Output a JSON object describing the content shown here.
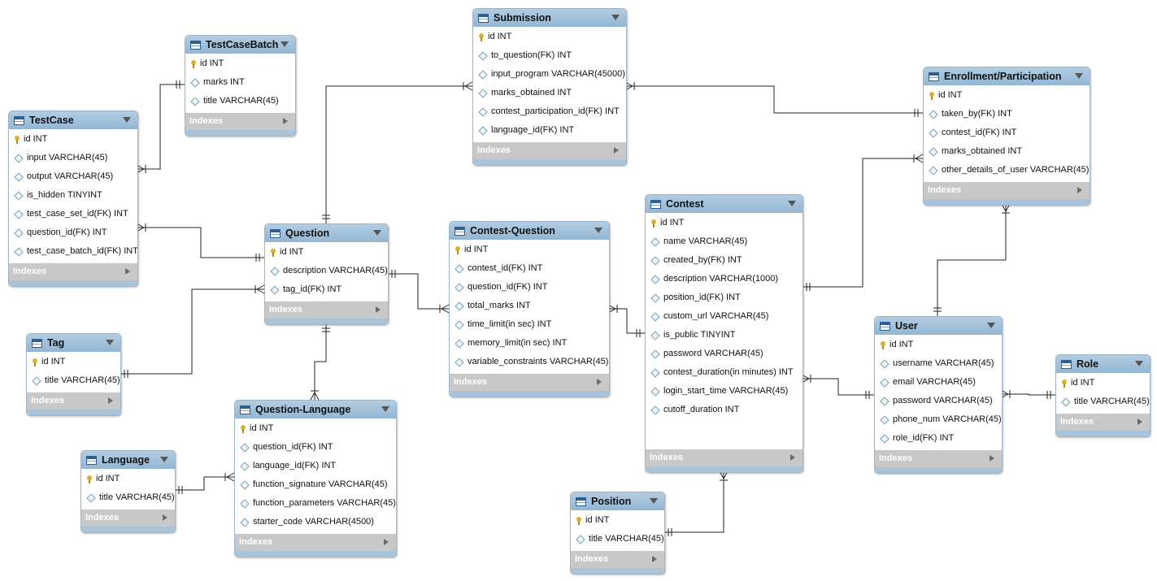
{
  "tables": [
    {
      "id": "testcasebatch",
      "name": "TestCaseBatch",
      "columns": [
        {
          "text": "id INT",
          "pk": true
        },
        {
          "text": "marks INT"
        },
        {
          "text": "title VARCHAR(45)"
        }
      ],
      "indexes": "Indexes"
    },
    {
      "id": "submission",
      "name": "Submission",
      "columns": [
        {
          "text": "id INT",
          "pk": true
        },
        {
          "text": "to_question(FK) INT"
        },
        {
          "text": "input_program VARCHAR(45000)"
        },
        {
          "text": "marks_obtained INT"
        },
        {
          "text": "contest_participation_id(FK) INT"
        },
        {
          "text": "language_id(FK) INT"
        }
      ],
      "indexes": "Indexes"
    },
    {
      "id": "enrollment",
      "name": "Enrollment/Participation",
      "columns": [
        {
          "text": "id INT",
          "pk": true
        },
        {
          "text": "taken_by(FK) INT"
        },
        {
          "text": "contest_id(FK) INT"
        },
        {
          "text": "marks_obtained INT"
        },
        {
          "text": "other_details_of_user VARCHAR(45)"
        }
      ],
      "indexes": "Indexes"
    },
    {
      "id": "testcase",
      "name": "TestCase",
      "columns": [
        {
          "text": "id INT",
          "pk": true
        },
        {
          "text": "input VARCHAR(45)"
        },
        {
          "text": "output VARCHAR(45)"
        },
        {
          "text": "is_hidden TINYINT"
        },
        {
          "text": "test_case_set_id(FK) INT"
        },
        {
          "text": "question_id(FK) INT"
        },
        {
          "text": "test_case_batch_id(FK) INT"
        }
      ],
      "indexes": "Indexes"
    },
    {
      "id": "question",
      "name": "Question",
      "columns": [
        {
          "text": "id INT",
          "pk": true
        },
        {
          "text": "description VARCHAR(45)"
        },
        {
          "text": "tag_id(FK) INT"
        }
      ],
      "indexes": "Indexes"
    },
    {
      "id": "contestquestion",
      "name": "Contest-Question",
      "columns": [
        {
          "text": "id INT",
          "pk": true
        },
        {
          "text": "contest_id(FK) INT"
        },
        {
          "text": "question_id(FK) INT"
        },
        {
          "text": "total_marks INT"
        },
        {
          "text": "time_limit(in sec) INT"
        },
        {
          "text": "memory_limit(in sec) INT"
        },
        {
          "text": "variable_constraints VARCHAR(45)"
        }
      ],
      "indexes": "Indexes"
    },
    {
      "id": "contest",
      "name": "Contest",
      "columns": [
        {
          "text": "id INT",
          "pk": true
        },
        {
          "text": "name VARCHAR(45)"
        },
        {
          "text": "created_by(FK) INT"
        },
        {
          "text": "description VARCHAR(1000)"
        },
        {
          "text": "position_id(FK) INT"
        },
        {
          "text": "custom_url VARCHAR(45)"
        },
        {
          "text": "is_public TINYINT"
        },
        {
          "text": "password VARCHAR(45)"
        },
        {
          "text": "contest_duration(in minutes) INT"
        },
        {
          "text": "login_start_time VARCHAR(45)"
        },
        {
          "text": "cutoff_duration INT"
        }
      ],
      "indexes": "Indexes"
    },
    {
      "id": "tag",
      "name": "Tag",
      "columns": [
        {
          "text": "id INT",
          "pk": true
        },
        {
          "text": "title VARCHAR(45)"
        }
      ],
      "indexes": "Indexes"
    },
    {
      "id": "user",
      "name": "User",
      "columns": [
        {
          "text": "id INT",
          "pk": true
        },
        {
          "text": "username VARCHAR(45)"
        },
        {
          "text": "email VARCHAR(45)"
        },
        {
          "text": "password VARCHAR(45)"
        },
        {
          "text": "phone_num VARCHAR(45)"
        },
        {
          "text": "role_id(FK) INT"
        }
      ],
      "indexes": "Indexes"
    },
    {
      "id": "role",
      "name": "Role",
      "columns": [
        {
          "text": "id INT",
          "pk": true
        },
        {
          "text": "title VARCHAR(45)"
        }
      ],
      "indexes": "Indexes"
    },
    {
      "id": "questionlanguage",
      "name": "Question-Language",
      "columns": [
        {
          "text": "id INT",
          "pk": true
        },
        {
          "text": "question_id(FK) INT"
        },
        {
          "text": "language_id(FK) INT"
        },
        {
          "text": "function_signature VARCHAR(45)"
        },
        {
          "text": "function_parameters VARCHAR(45)"
        },
        {
          "text": "starter_code VARCHAR(4500)"
        }
      ],
      "indexes": "Indexes"
    },
    {
      "id": "language",
      "name": "Language",
      "columns": [
        {
          "text": "id INT",
          "pk": true
        },
        {
          "text": "title VARCHAR(45)"
        }
      ],
      "indexes": "Indexes"
    },
    {
      "id": "position",
      "name": "Position",
      "columns": [
        {
          "text": "id INT",
          "pk": true
        },
        {
          "text": "title VARCHAR(45)"
        }
      ],
      "indexes": "Indexes"
    }
  ],
  "relationships": [
    {
      "from": "testcasebatch",
      "to": "testcase",
      "one": "testcasebatch",
      "many": "testcase"
    },
    {
      "from": "question",
      "to": "testcase",
      "one": "question",
      "many": "testcase"
    },
    {
      "from": "question",
      "to": "submission",
      "one": "question",
      "many": "submission"
    },
    {
      "from": "enrollment",
      "to": "submission",
      "one": "enrollment",
      "many": "submission"
    },
    {
      "from": "contest",
      "to": "enrollment",
      "one": "contest",
      "many": "enrollment"
    },
    {
      "from": "user",
      "to": "enrollment",
      "one": "user",
      "many": "enrollment"
    },
    {
      "from": "tag",
      "to": "question",
      "one": "tag",
      "many": "question"
    },
    {
      "from": "question",
      "to": "contestquestion",
      "one": "question",
      "many": "contestquestion"
    },
    {
      "from": "contest",
      "to": "contestquestion",
      "one": "contest",
      "many": "contestquestion"
    },
    {
      "from": "question",
      "to": "questionlanguage",
      "one": "question",
      "many": "questionlanguage"
    },
    {
      "from": "language",
      "to": "questionlanguage",
      "one": "language",
      "many": "questionlanguage"
    },
    {
      "from": "user",
      "to": "contest",
      "one": "user",
      "many": "contest"
    },
    {
      "from": "role",
      "to": "user",
      "one": "role",
      "many": "user"
    },
    {
      "from": "position",
      "to": "contest",
      "one": "position",
      "many": "contest"
    }
  ],
  "colors": {
    "header": "#9ebfda",
    "indexes_bar": "#c8c8c8",
    "line": "#222222"
  }
}
